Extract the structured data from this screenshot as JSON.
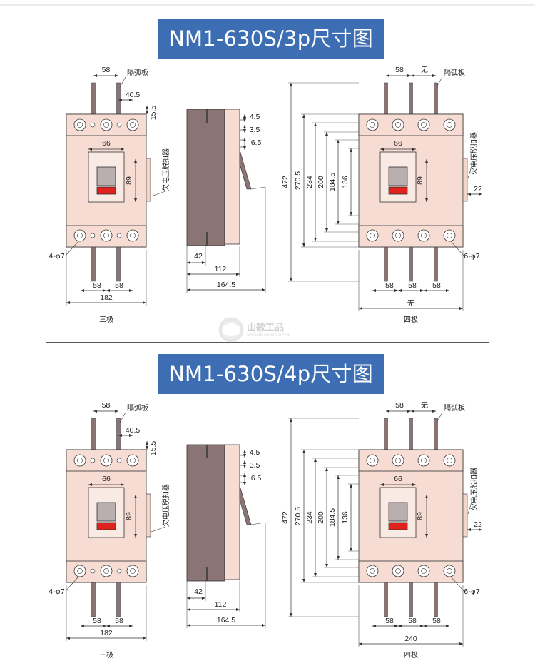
{
  "sections": [
    {
      "title": "NM1-630S/3p尺寸图",
      "labels": {
        "arc_plate": "隔弧板",
        "undervoltage": "欠电压脱扣器",
        "mounting_left": "4-φ7",
        "mounting_right": "6-φ7",
        "caption_left": "三极",
        "caption_right": "四极"
      },
      "dims": {
        "front_top_width": "58",
        "front_40": "40.5",
        "front_15": "15.5",
        "front_66": "66",
        "front_89": "89",
        "front_bottom_a": "58",
        "front_bottom_b": "58",
        "front_total": "182",
        "side_45": "4.5",
        "side_35": "3.5",
        "side_65": "6.5",
        "side_42": "42",
        "side_112": "112",
        "side_164": "164.5",
        "right_top_58": "58",
        "right_top_none": "无",
        "v_472": "472",
        "v_270": "270.5",
        "v_234": "234",
        "v_200": "200",
        "v_184": "184.5",
        "v_136": "136",
        "right_66": "66",
        "right_89": "89",
        "right_22": "22",
        "right_bottom_a": "58",
        "right_bottom_b": "58",
        "right_bottom_c": "58",
        "right_total": "无"
      }
    },
    {
      "title": "NM1-630S/4p尺寸图",
      "labels": {
        "arc_plate": "隔弧板",
        "undervoltage": "欠电压脱扣器",
        "mounting_left": "4-φ7",
        "mounting_right": "6-φ7",
        "caption_left": "三极",
        "caption_right": "四极"
      },
      "dims": {
        "front_top_width": "58",
        "front_40": "40.5",
        "front_15": "15.5",
        "front_66": "66",
        "front_89": "89",
        "front_bottom_a": "58",
        "front_bottom_b": "58",
        "front_total": "182",
        "side_45": "4.5",
        "side_35": "3.5",
        "side_65": "6.5",
        "side_42": "42",
        "side_112": "112",
        "side_164": "164.5",
        "right_top_58": "58",
        "right_top_none": "无",
        "v_472": "472",
        "v_270": "270.5",
        "v_234": "234",
        "v_200": "200",
        "v_184": "184.5",
        "v_136": "136",
        "right_66": "66",
        "right_89": "89",
        "right_22": "22",
        "right_bottom_a": "58",
        "right_bottom_b": "58",
        "right_bottom_c": "58",
        "right_total": "240"
      }
    }
  ],
  "watermark": {
    "logo_icon": "sg-logo-icon",
    "brand": "山歌工品",
    "sub": "SHANGEGONGPIN"
  },
  "colors": {
    "banner": "#3d6eb3",
    "body_fill": "#f6dcd3",
    "side_fill": "#8a7474",
    "handle_red": "#e0231d",
    "handle_grey": "#b9aeb0",
    "line": "#333333"
  }
}
